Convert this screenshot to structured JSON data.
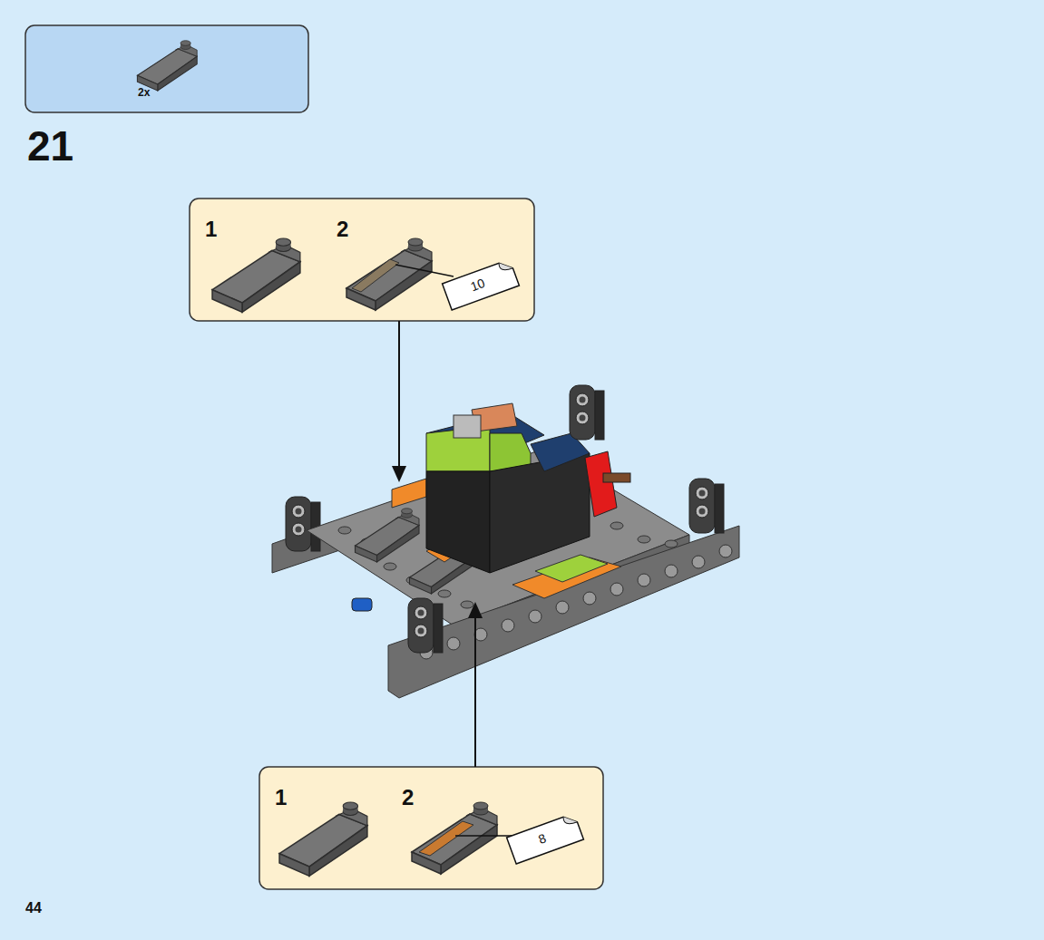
{
  "diagram": {
    "nodes": [
      {
        "text": [
          "2x"
        ]
      },
      {
        "text": [
          "1",
          "2"
        ]
      },
      {
        "text": [
          "10"
        ],
        "in": 1
      },
      {
        "text": [
          "1",
          "2"
        ]
      },
      {
        "text": [
          "8"
        ],
        "in": 3
      }
    ],
    "labels": [
      "21",
      "44"
    ]
  }
}
